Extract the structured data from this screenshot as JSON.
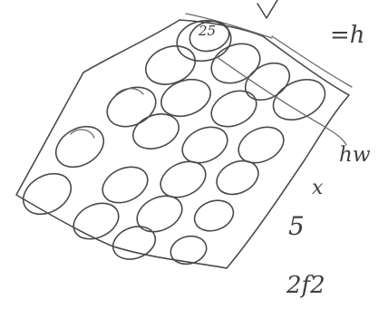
{
  "sketch": {
    "circle_number": "25",
    "labels": {
      "top": "=h",
      "hw": "hw",
      "x": "x",
      "five": "5",
      "bottom": "2f2"
    }
  }
}
